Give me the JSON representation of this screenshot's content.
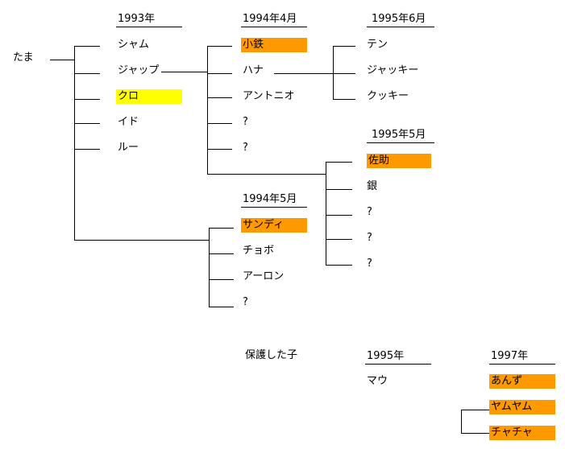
{
  "colors": {
    "orange": "#FF9900",
    "yellow": "#FFFF00",
    "line": "#000000"
  },
  "root": {
    "name": "たま"
  },
  "gen1993": {
    "header": "1993年",
    "kittens": [
      {
        "name": "シャム"
      },
      {
        "name": "ジャップ"
      },
      {
        "name": "クロ",
        "highlight": "yellow"
      },
      {
        "name": "イド"
      },
      {
        "name": "ルー"
      }
    ]
  },
  "gen1994_apr": {
    "header": "1994年4月",
    "kittens": [
      {
        "name": "小鉄",
        "highlight": "orange"
      },
      {
        "name": "ハナ"
      },
      {
        "name": "アントニオ"
      },
      {
        "name": "?"
      },
      {
        "name": "?"
      }
    ]
  },
  "gen1995_jun": {
    "header": "1995年6月",
    "kittens": [
      {
        "name": "テン"
      },
      {
        "name": "ジャッキー"
      },
      {
        "name": "クッキー"
      }
    ]
  },
  "gen1995_may": {
    "header": "1995年5月",
    "kittens": [
      {
        "name": "佐助",
        "highlight": "orange"
      },
      {
        "name": "銀"
      },
      {
        "name": "?"
      },
      {
        "name": "?"
      },
      {
        "name": "?"
      }
    ]
  },
  "gen1994_may": {
    "header": "1994年5月",
    "kittens": [
      {
        "name": "サンディ",
        "highlight": "orange"
      },
      {
        "name": "チョボ"
      },
      {
        "name": "アーロン"
      },
      {
        "name": "?"
      }
    ]
  },
  "rescued": {
    "title": "保護した子",
    "year1995": {
      "header": "1995年",
      "kittens": [
        {
          "name": "マウ"
        }
      ]
    },
    "year1997": {
      "header": "1997年",
      "kittens": [
        {
          "name": "あんず",
          "highlight": "orange"
        },
        {
          "name": "ヤムヤム",
          "highlight": "orange"
        },
        {
          "name": "チャチャ",
          "highlight": "orange"
        }
      ]
    }
  }
}
